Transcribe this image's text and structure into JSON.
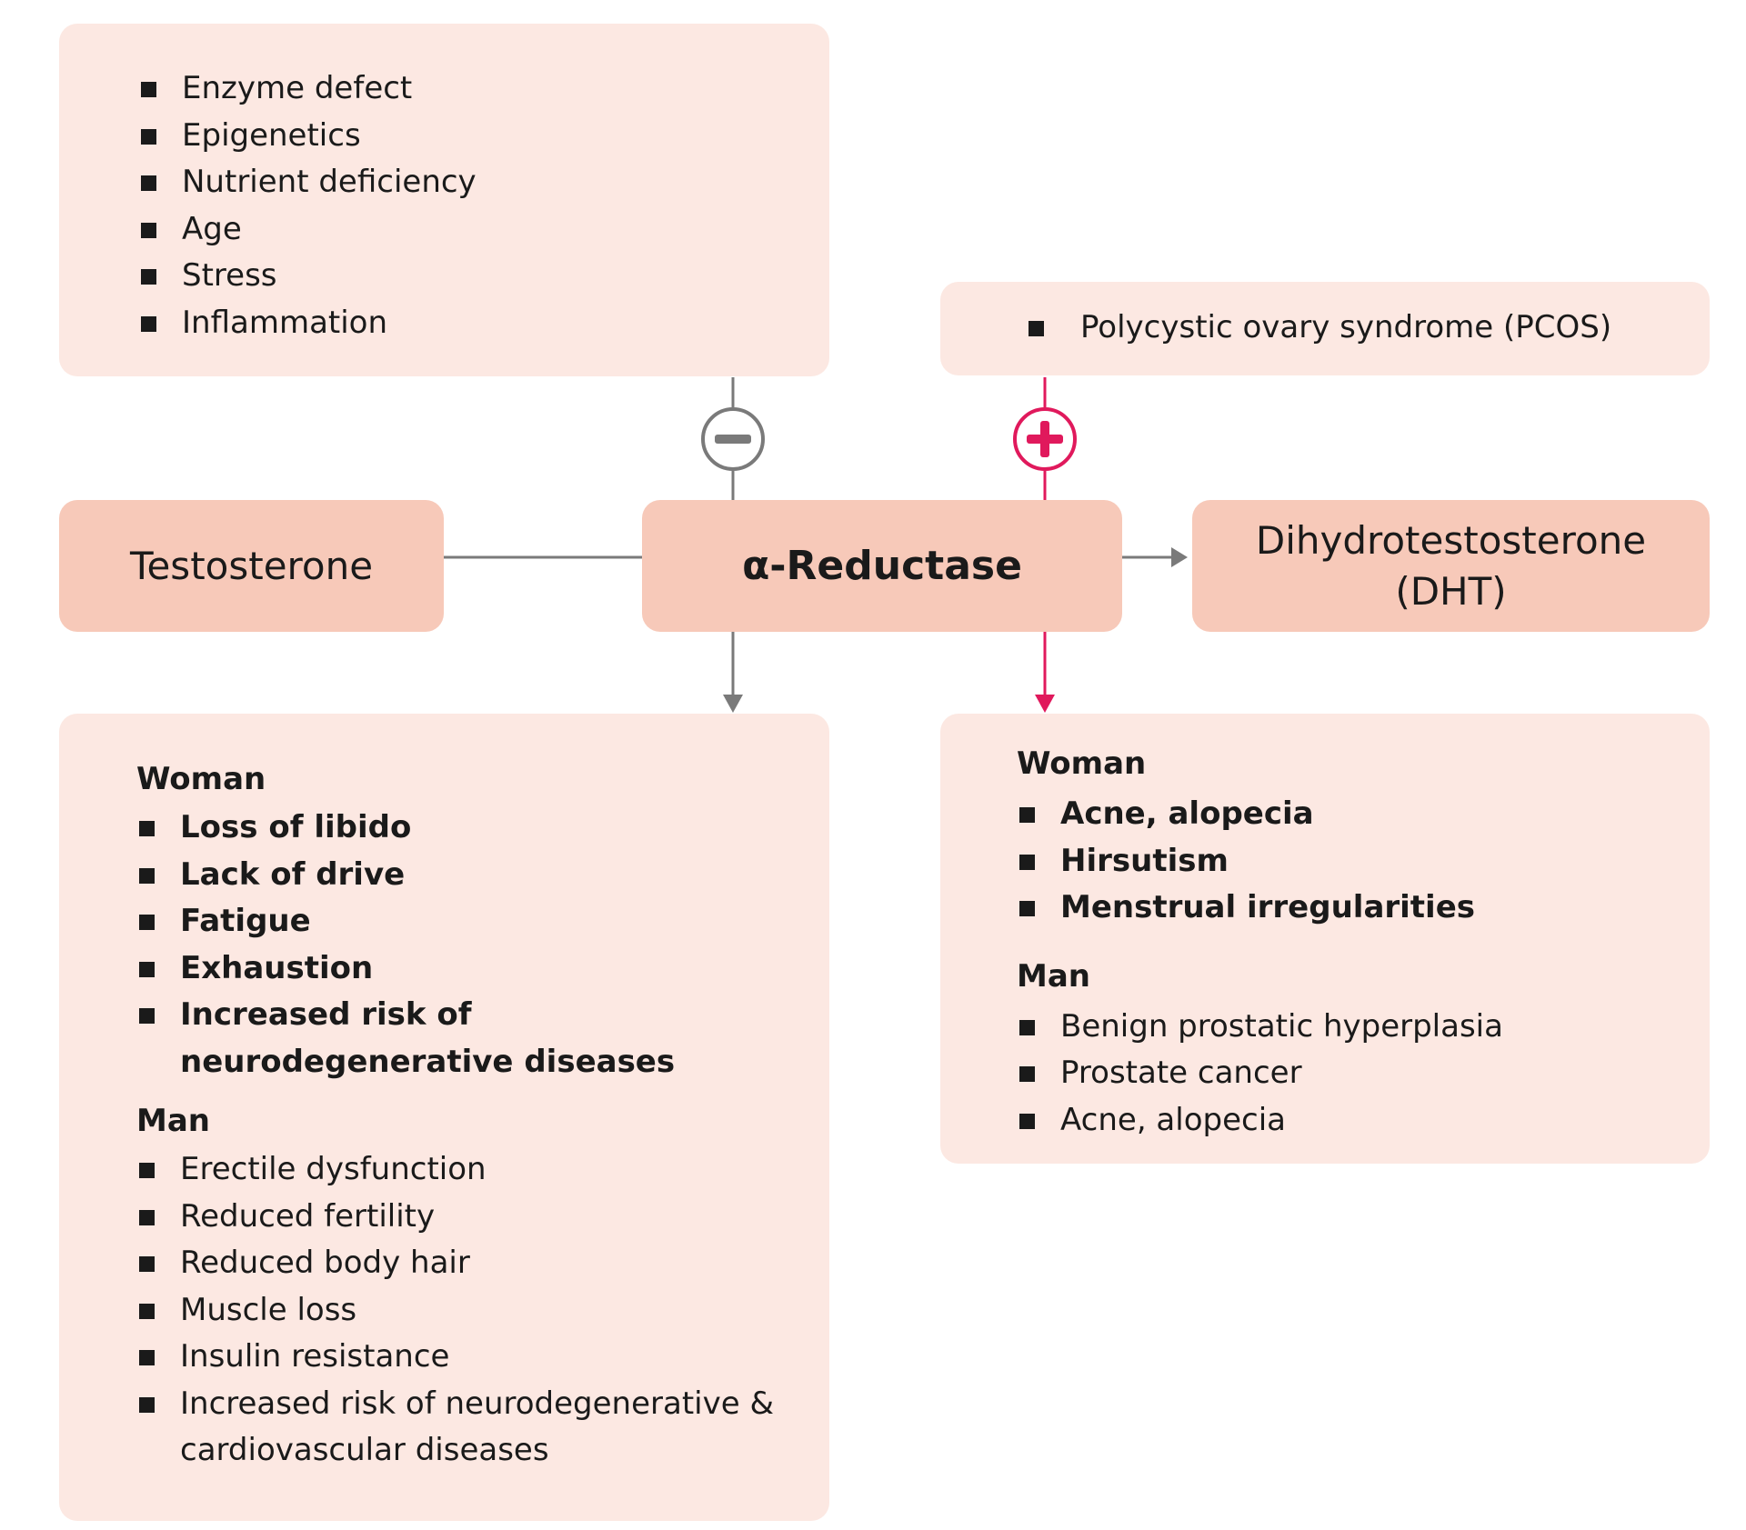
{
  "inhibiting_factors": {
    "items": [
      "Enzyme defect",
      "Epigenetics",
      "Nutrient deficiency",
      "Age",
      "Stress",
      "Inflammation"
    ]
  },
  "promoting_factors": {
    "items": [
      "Polycystic ovary syndrome (PCOS)"
    ]
  },
  "inhibit_symbol": "−",
  "promote_symbol": "+",
  "substrate": "Testosterone",
  "enzyme": "α-Reductase",
  "product": {
    "line1": "Dihydrotestosterone",
    "line2": "(DHT)"
  },
  "deficiency_effects": {
    "woman_heading": "Woman",
    "woman_items": [
      "Loss of libido",
      "Lack of drive",
      "Fatigue",
      "Exhaustion",
      "Increased risk of neurodegenerative diseases"
    ],
    "man_heading": "Man",
    "man_items": [
      "Erectile dysfunction",
      "Reduced fertility",
      "Reduced body hair",
      "Muscle loss",
      "Insulin resistance",
      "Increased risk of neurodegenerative & cardiovascular diseases"
    ]
  },
  "excess_effects": {
    "woman_heading": "Woman",
    "woman_items": [
      "Acne, alopecia",
      "Hirsutism",
      "Menstrual irregularities"
    ],
    "man_heading": "Man",
    "man_items": [
      "Benign prostatic hyperplasia",
      "Prostate cancer",
      "Acne, alopecia"
    ]
  },
  "colors": {
    "inhibit": "#7a7a7a",
    "promote": "#e0195c",
    "box_light": "#fce8e2",
    "box_mid": "#f7c9b9"
  }
}
